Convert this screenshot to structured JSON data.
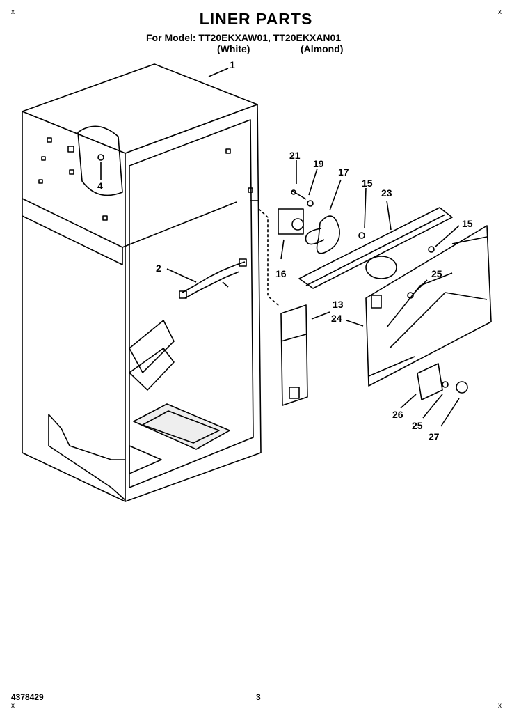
{
  "header": {
    "title": "LINER PARTS",
    "model_line": "For Model: TT20EKXAW01, TT20EKXAN01",
    "variant_white": "(White)",
    "variant_almond": "(Almond)"
  },
  "callouts": [
    "1",
    "2",
    "4",
    "13",
    "15",
    "15",
    "16",
    "17",
    "19",
    "21",
    "23",
    "24",
    "25",
    "25",
    "26",
    "27"
  ],
  "footer": {
    "part_number": "4378429",
    "page": "3"
  },
  "corner_marks": {
    "top_left": "x",
    "top_right": "x",
    "bottom_left": "x",
    "bottom_right": "x"
  }
}
